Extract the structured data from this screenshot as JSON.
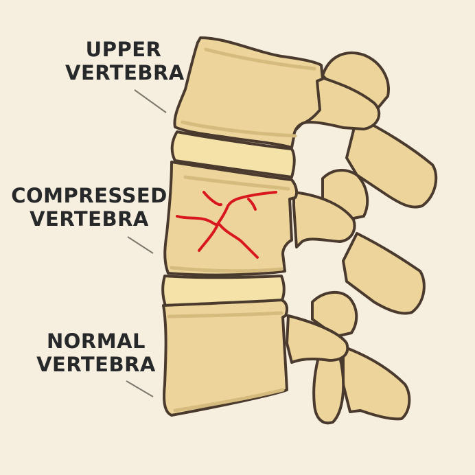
{
  "diagram": {
    "title": "Vertebral compression fracture illustration",
    "labels": [
      {
        "id": "upper",
        "line1": "UPPER",
        "line2": "VERTEBRA"
      },
      {
        "id": "compressed",
        "line1": "COMPRESSED",
        "line2": "VERTEBRA"
      },
      {
        "id": "normal",
        "line1": "NORMAL",
        "line2": "VERTEBRA"
      }
    ],
    "icons": [
      "upper-vertebra-icon",
      "intervertebral-disc-icon",
      "compressed-vertebra-icon",
      "fracture-cracks-icon",
      "normal-vertebra-icon"
    ],
    "colors": {
      "background": "#f6efdf",
      "bone": "#ecd49a",
      "bone_shadow": "#d9bd80",
      "disc": "#f4e2a8",
      "outline": "#4a3a2e",
      "crack": "#d8181e",
      "text": "#26282a",
      "leader_line": "#7d776d"
    }
  }
}
